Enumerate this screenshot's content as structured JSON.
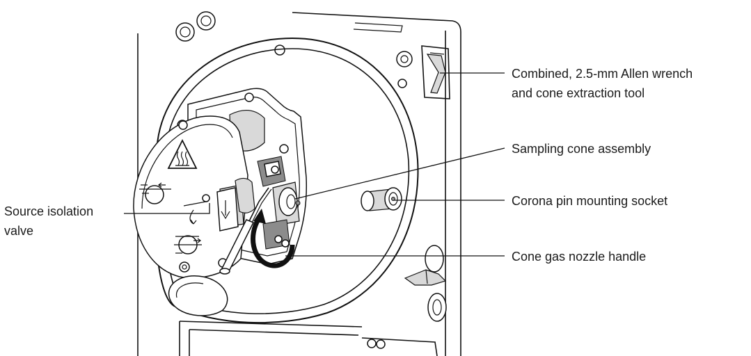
{
  "callouts": {
    "allen_wrench_line1": "Combined, 2.5-mm Allen wrench",
    "allen_wrench_line2": "and cone extraction tool",
    "sampling_cone": "Sampling cone assembly",
    "corona_pin": "Corona pin mounting socket",
    "cone_gas_nozzle": "Cone gas nozzle handle",
    "isolation_valve_line1": "Source isolation",
    "isolation_valve_line2": "valve"
  },
  "icons": {
    "hot_surface": "hot-surface-warning-icon",
    "rotation_arrow": "curved-arrow-icon"
  }
}
